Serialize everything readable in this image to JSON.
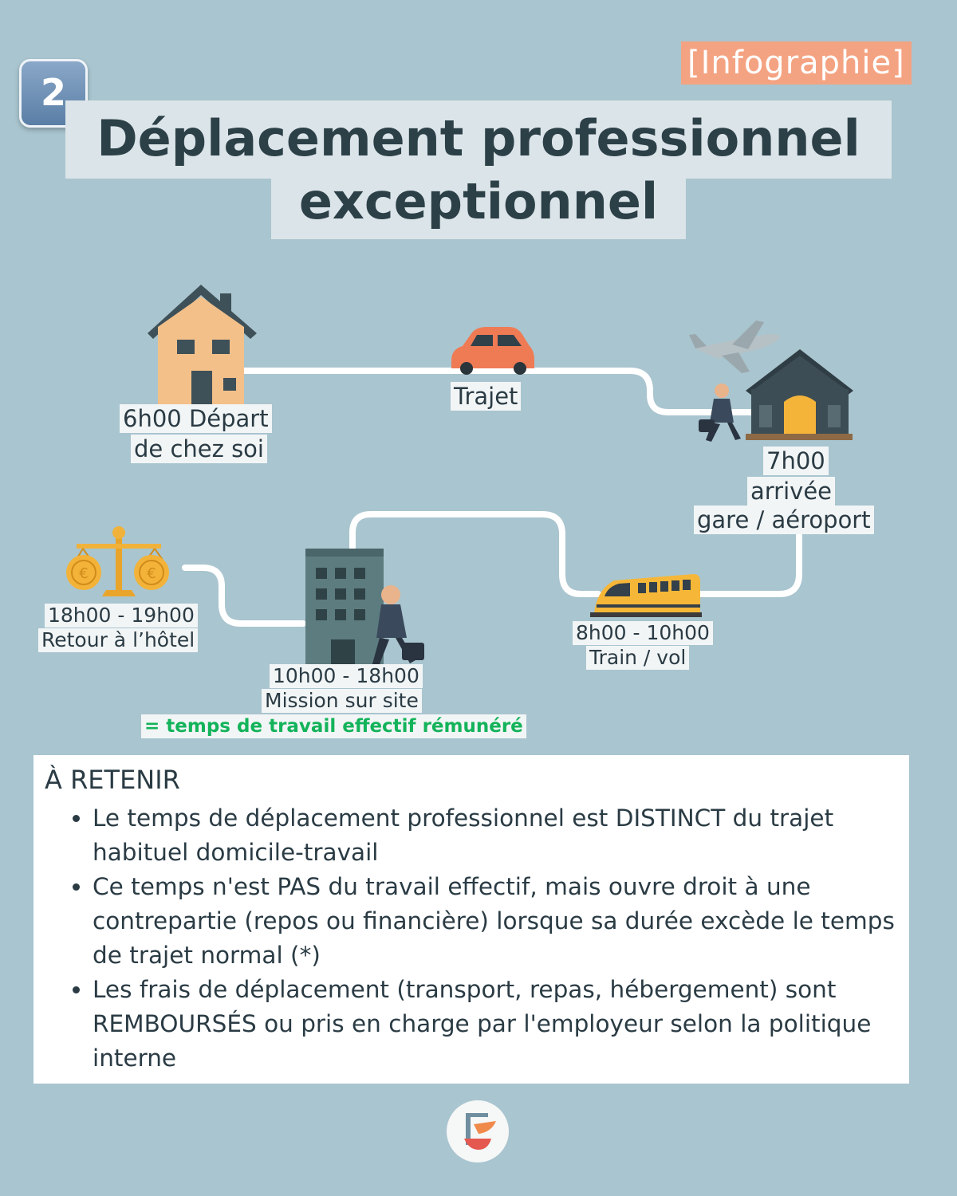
{
  "header": {
    "tag": "[Infographie]",
    "step_number": "2",
    "title_line1": "Déplacement professionnel",
    "title_line2": "exceptionnel"
  },
  "steps": {
    "depart": {
      "line1": "6h00 Départ",
      "line2": "de chez soi",
      "icon": "house-icon"
    },
    "trajet": {
      "label": "Trajet",
      "icon": "car-icon"
    },
    "arrivee": {
      "line1": "7h00",
      "line2": "arrivée",
      "line3": "gare / aéroport",
      "icon": "station-icon"
    },
    "train": {
      "line1": "8h00 - 10h00",
      "line2": "Train / vol",
      "icon": "train-icon"
    },
    "mission": {
      "line1": "10h00 - 18h00",
      "line2": "Mission sur site",
      "note": "= temps de travail effectif rémunéré",
      "icon": "office-building-icon"
    },
    "hotel": {
      "line1": "18h00 - 19h00",
      "line2": "Retour à l’hôtel",
      "icon": "balance-scale-icon"
    }
  },
  "colors": {
    "background": "#a9c5cf",
    "tag": "#f4a382",
    "title_text": "#2c4048",
    "effective_work": "#13b35a",
    "path": "#ffffff"
  },
  "retenir": {
    "title": "À RETENIR",
    "items": [
      "Le temps de déplacement professionnel est DISTINCT du trajet habituel domicile-travail",
      "Ce temps n'est PAS du travail effectif, mais ouvre droit à une contrepartie (repos ou financière) lorsque sa durée excède le temps de trajet normal (*)",
      "Les frais de déplacement (transport, repas, hébergement) sont REMBOURSÉS ou pris en charge par l'employeur selon la politique interne"
    ]
  }
}
